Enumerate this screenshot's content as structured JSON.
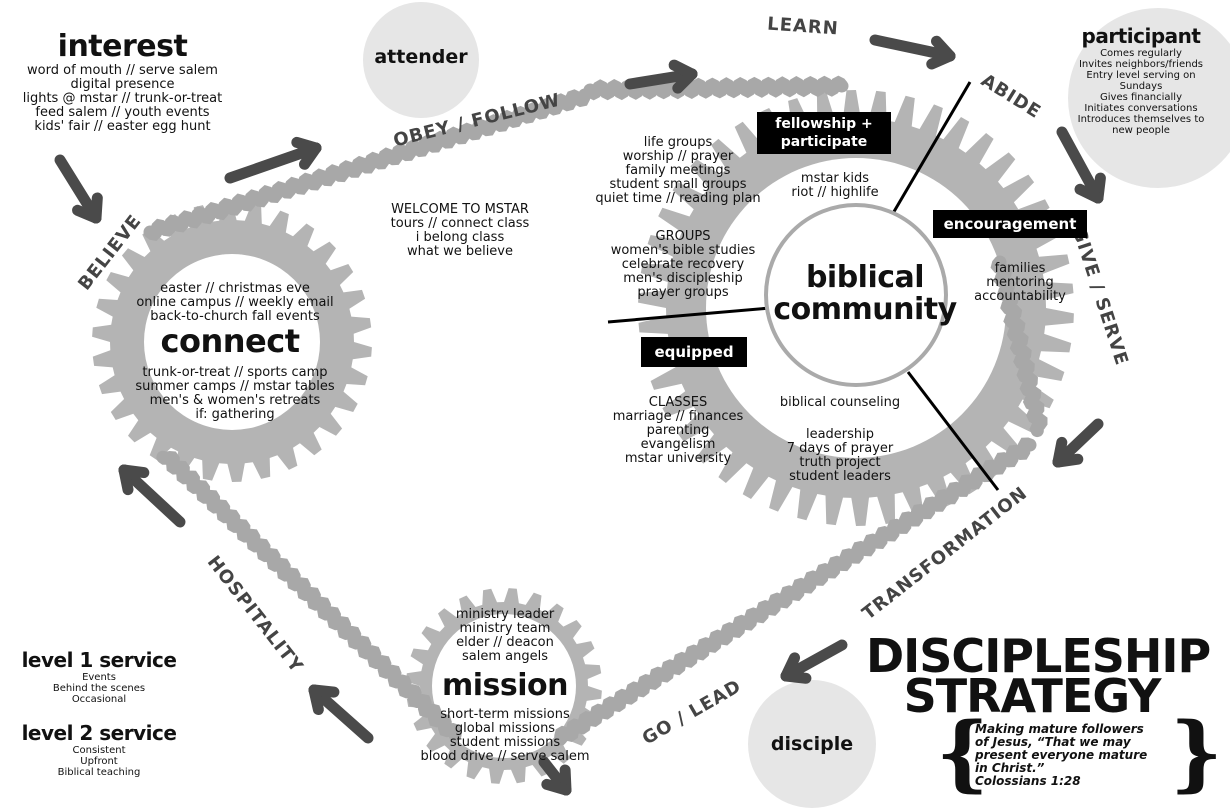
{
  "interest": {
    "title": "interest",
    "lines": [
      "word of mouth // serve salem",
      "digital presence",
      "lights @ mstar // trunk-or-treat",
      "feed salem // youth events",
      "kids' fair // easter egg hunt"
    ]
  },
  "attender": {
    "label": "attender"
  },
  "participant": {
    "title": "participant",
    "lines": [
      "Comes regularly",
      "Invites neighbors/friends",
      "Entry level serving on",
      "Sundays",
      "Gives financially",
      "Initiates conversations",
      "Introduces themselves to",
      "new people"
    ]
  },
  "disciple": {
    "label": "disciple"
  },
  "stages": {
    "believe": "BELIEVE",
    "obey_follow": "OBEY / FOLLOW",
    "learn": "LEARN",
    "abide": "ABIDE",
    "give_serve": "GIVE / SERVE",
    "transformation": "TRANSFORMATION",
    "go_lead": "GO / LEAD",
    "hospitality": "HOSPITALITY"
  },
  "connect": {
    "title": "connect",
    "top_lines": [
      "easter // christmas eve",
      "online campus // weekly email",
      "back-to-church fall events"
    ],
    "bottom_lines": [
      "trunk-or-treat // sports camp",
      "summer camps // mstar tables",
      "men's & women's retreats",
      "if: gathering"
    ]
  },
  "welcome": {
    "lines": [
      "WELCOME TO MSTAR",
      "tours // connect class",
      "i belong class",
      "what we believe"
    ]
  },
  "community": {
    "title_line1": "biblical",
    "title_line2": "community",
    "fellowship_box": {
      "line1": "fellowship +",
      "line2": "participate"
    },
    "life_groups": [
      "life groups",
      "worship // prayer",
      "family meetings",
      "student small groups",
      "quiet time // reading plan"
    ],
    "mstar_kids": [
      "mstar kids",
      "riot // highlife"
    ],
    "groups": [
      "GROUPS",
      "women's bible studies",
      "celebrate recovery",
      "men's discipleship",
      "prayer groups"
    ],
    "encouragement_box": "encouragement",
    "encouragement_items": [
      "families",
      "mentoring",
      "accountability"
    ],
    "equipped_box": "equipped",
    "classes": [
      "CLASSES",
      "marriage // finances",
      "parenting",
      "evangelism",
      "mstar university"
    ],
    "counseling": "biblical counseling",
    "leadership": [
      "leadership",
      "7 days of prayer",
      "truth project",
      "student leaders"
    ]
  },
  "mission": {
    "title": "mission",
    "top_lines": [
      "ministry leader",
      "ministry team",
      "elder // deacon",
      "salem angels"
    ],
    "bottom_lines": [
      "short-term missions",
      "global missions",
      "student missions",
      "blood drive // serve salem"
    ]
  },
  "service_levels": [
    {
      "title": "level 1 service",
      "lines": [
        "Events",
        "Behind the scenes",
        "Occasional"
      ]
    },
    {
      "title": "level 2 service",
      "lines": [
        "Consistent",
        "Upfront",
        "Biblical teaching"
      ]
    }
  ],
  "strategy": {
    "title_line1": "DISCIPLESHIP",
    "title_line2": "STRATEGY",
    "quote": [
      "Making mature followers",
      "of Jesus, “That we may",
      "present everyone mature",
      "in Christ.”",
      "Colossians 1:28"
    ]
  },
  "colors": {
    "gear": "#b4b4b4",
    "chain": "#a8a8a8",
    "arrow": "#4a4a4a",
    "bubble": "#e6e6e6",
    "text": "#111111",
    "box": "#000000"
  }
}
